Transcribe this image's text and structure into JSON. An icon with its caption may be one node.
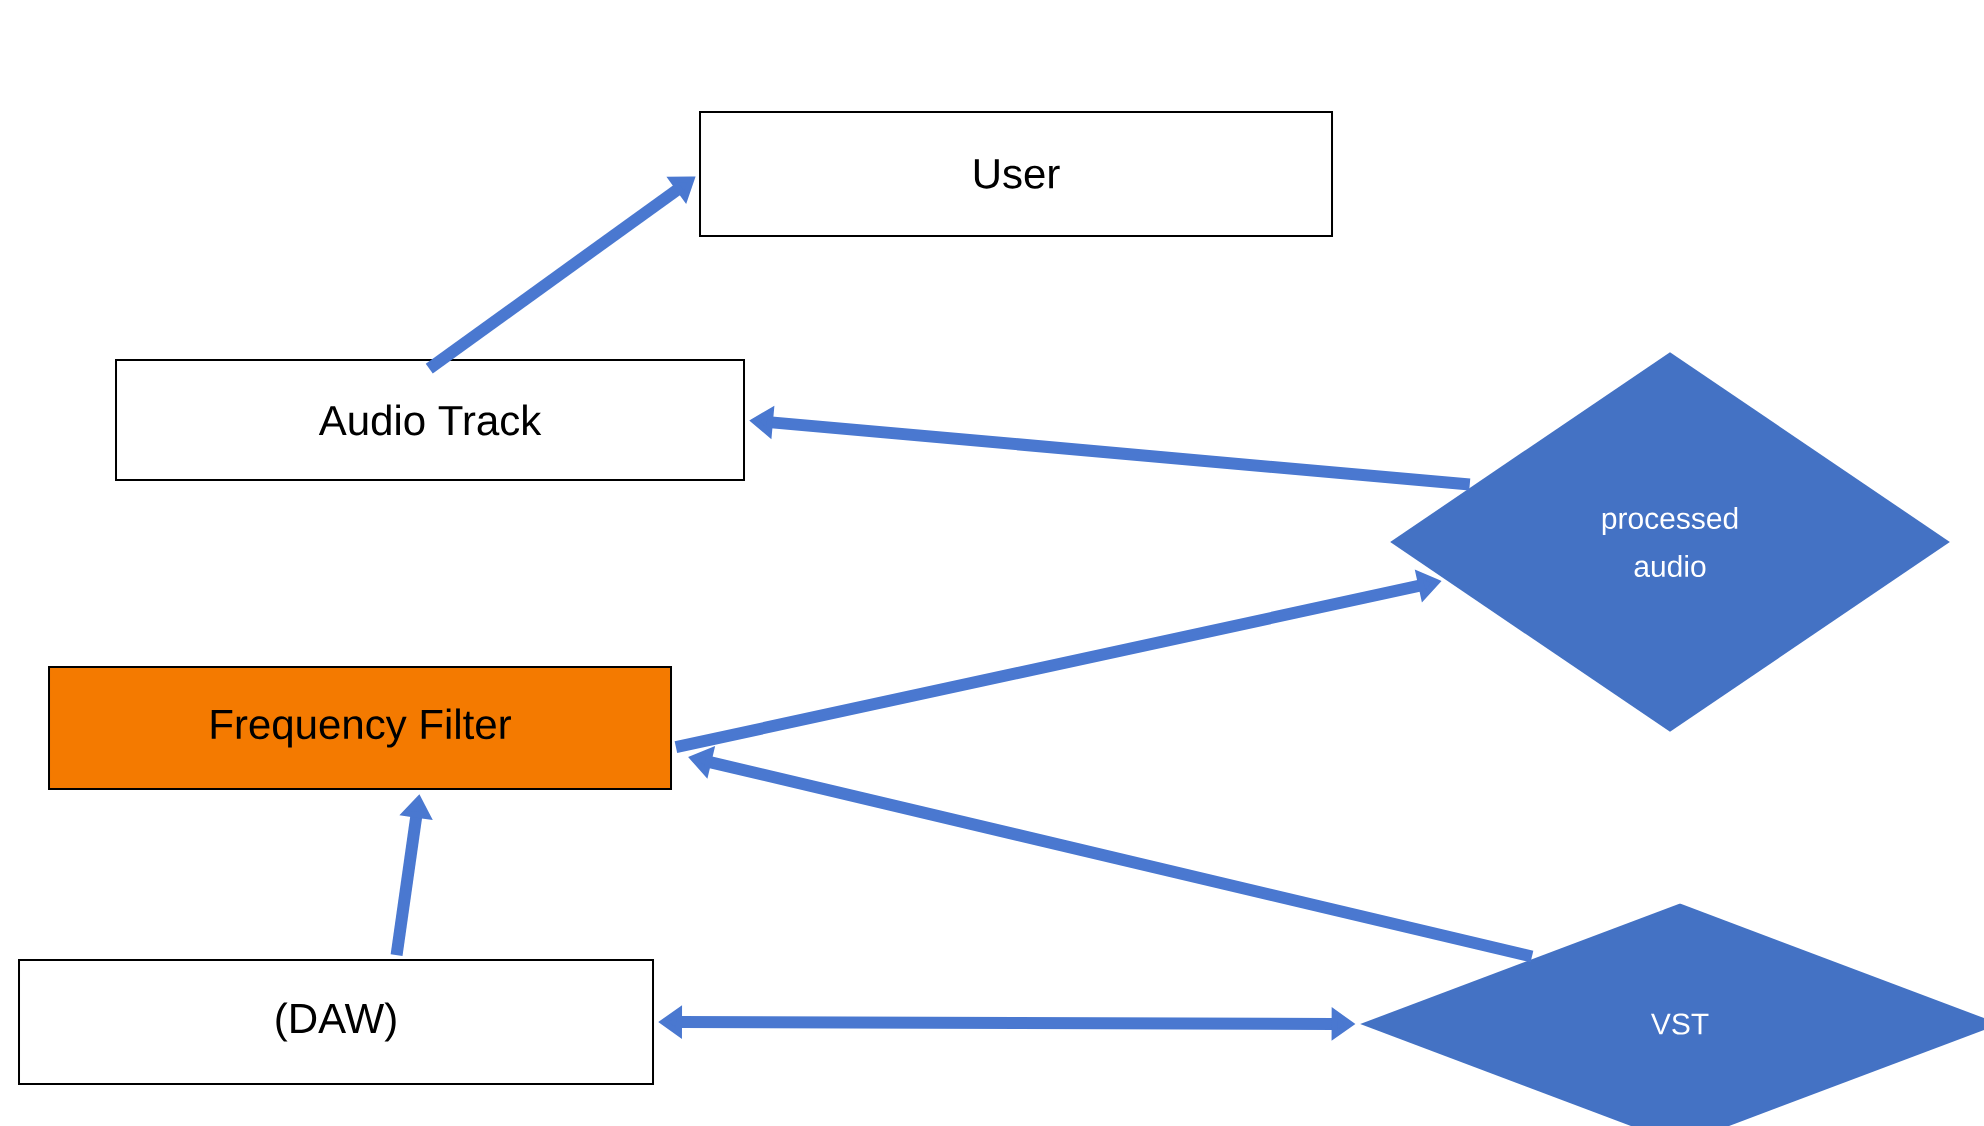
{
  "diagram": {
    "nodes": [
      {
        "text": [
          "User"
        ]
      },
      {
        "text": [
          "Audio Track"
        ]
      },
      {
        "text": [
          "processed audio"
        ]
      },
      {
        "text": [
          "Frequency Filter"
        ]
      },
      {
        "text": [
          "(DAW)"
        ]
      },
      {
        "text": [
          "VST"
        ]
      }
    ],
    "edges": [
      {
        "from": 1,
        "to": 0,
        "arrow": "to"
      },
      {
        "from": 2,
        "to": 1,
        "arrow": "to"
      },
      {
        "from": 3,
        "to": 2,
        "arrow": "to"
      },
      {
        "from": 5,
        "to": 3,
        "arrow": "to"
      },
      {
        "from": 4,
        "to": 3,
        "arrow": "to"
      },
      {
        "from": 4,
        "to": 5,
        "arrow": "both"
      }
    ]
  }
}
